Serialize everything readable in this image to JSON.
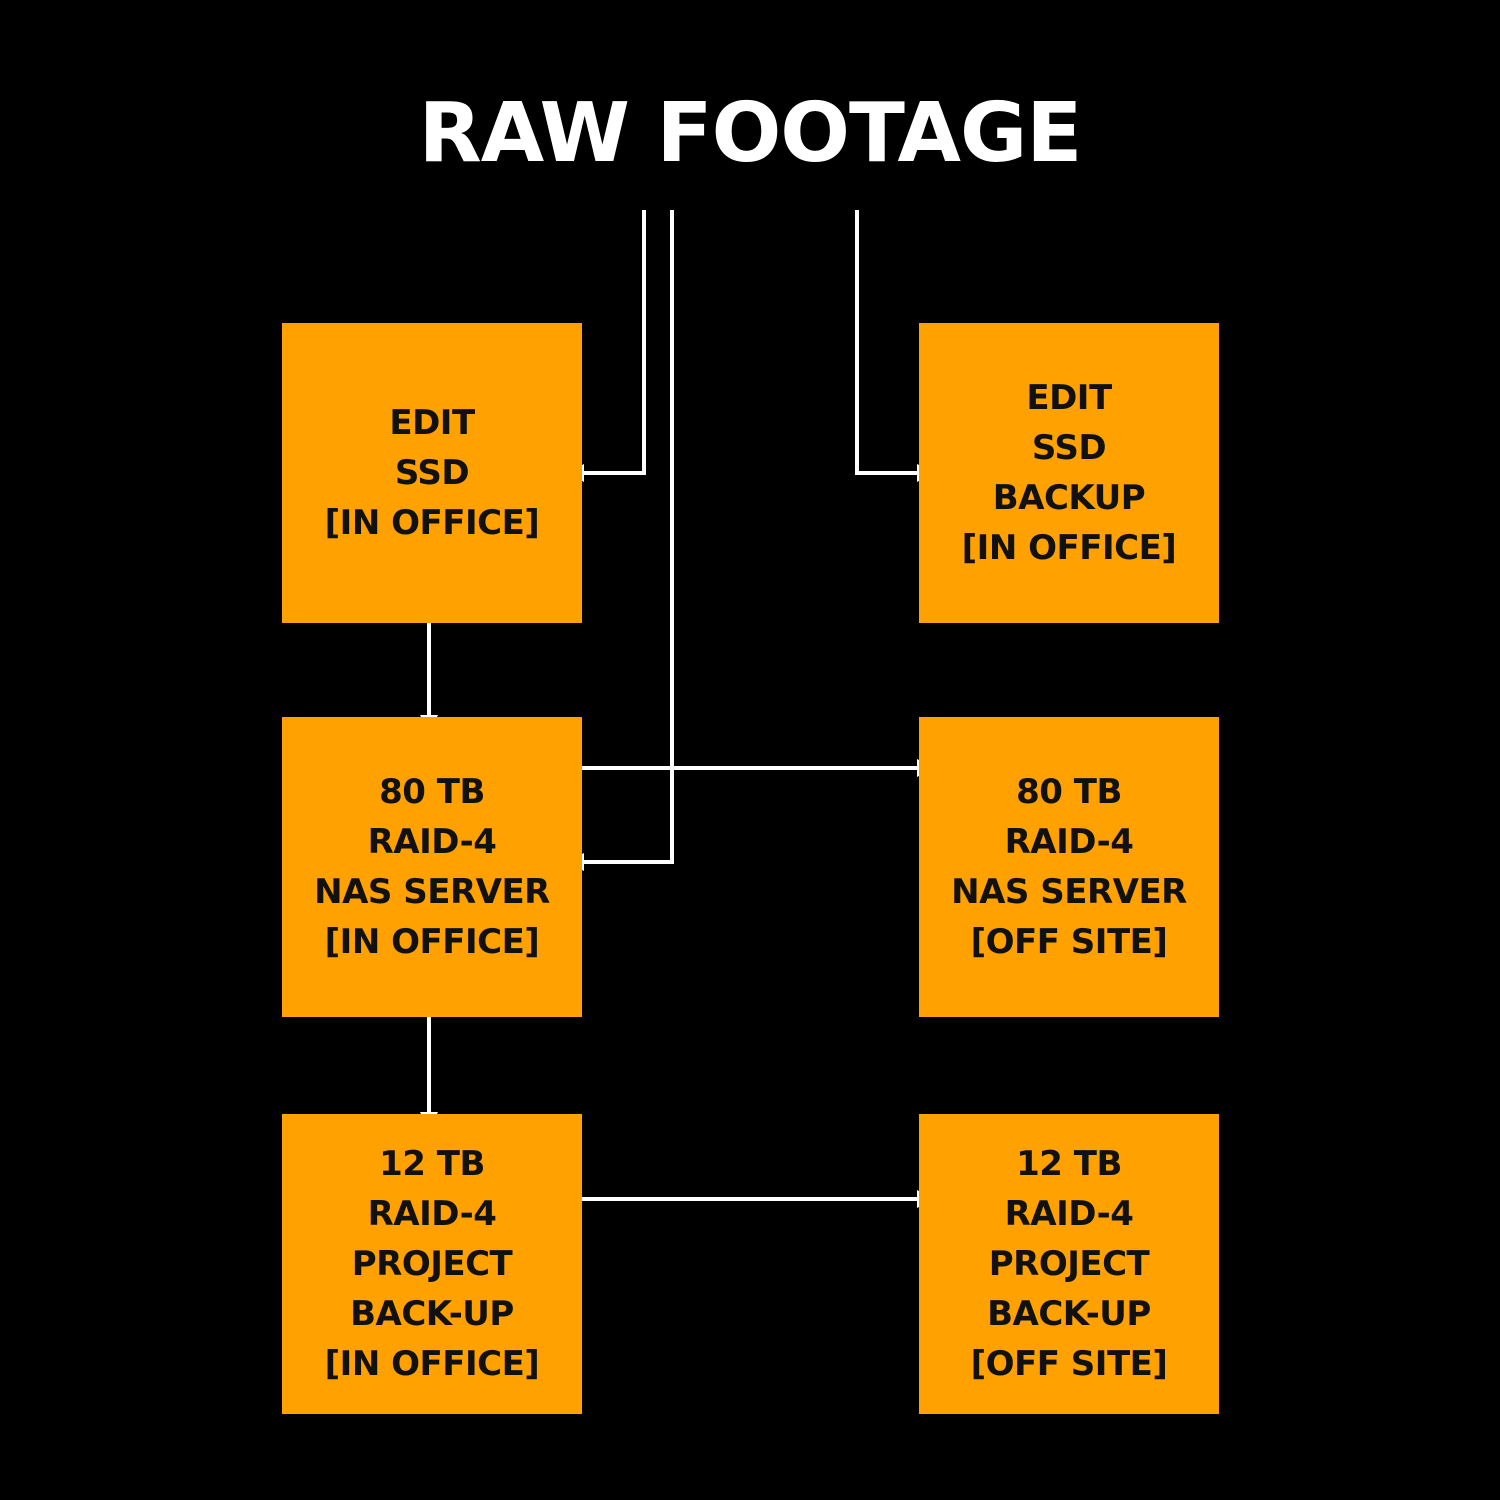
{
  "title": "RAW FOOTAGE",
  "colors": {
    "background": "#000000",
    "box_fill": "#FFA100",
    "box_text": "#111111",
    "title_text": "#FFFFFF",
    "connector": "#FFFFFF"
  },
  "nodes": [
    {
      "id": "edit-ssd",
      "lines": [
        "EDIT",
        "SSD",
        "[IN OFFICE]"
      ]
    },
    {
      "id": "edit-ssd-backup",
      "lines": [
        "EDIT",
        "SSD",
        "BACKUP",
        "[IN OFFICE]"
      ]
    },
    {
      "id": "nas-in-office",
      "lines": [
        "80 TB",
        "RAID-4",
        "NAS SERVER",
        "[IN OFFICE]"
      ]
    },
    {
      "id": "nas-off-site",
      "lines": [
        "80 TB",
        "RAID-4",
        "NAS SERVER",
        "[OFF SITE]"
      ]
    },
    {
      "id": "project-backup-in-office",
      "lines": [
        "12 TB",
        "RAID-4",
        "PROJECT",
        "BACK-UP",
        "[IN OFFICE]"
      ]
    },
    {
      "id": "project-backup-off-site",
      "lines": [
        "12 TB",
        "RAID-4",
        "PROJECT",
        "BACK-UP",
        "[OFF SITE]"
      ]
    }
  ],
  "edges": [
    {
      "from": "raw-footage",
      "to": "edit-ssd"
    },
    {
      "from": "raw-footage",
      "to": "nas-in-office"
    },
    {
      "from": "raw-footage",
      "to": "edit-ssd-backup"
    },
    {
      "from": "edit-ssd",
      "to": "nas-in-office"
    },
    {
      "from": "nas-in-office",
      "to": "nas-off-site"
    },
    {
      "from": "nas-in-office",
      "to": "project-backup-in-office"
    },
    {
      "from": "project-backup-in-office",
      "to": "project-backup-off-site"
    }
  ]
}
